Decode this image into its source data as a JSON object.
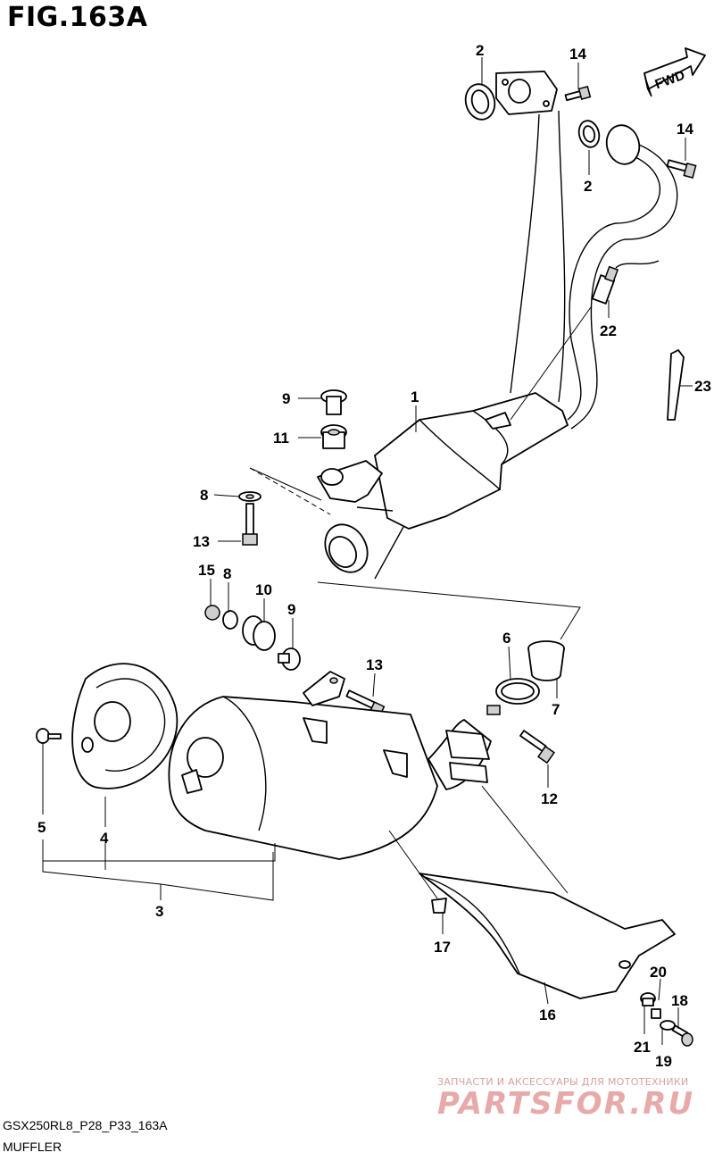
{
  "figure": {
    "title": "FIG.163A",
    "direction_label": "FWD"
  },
  "callouts": {
    "c1": "1",
    "c2a": "2",
    "c2b": "2",
    "c3": "3",
    "c4": "4",
    "c5": "5",
    "c6": "6",
    "c7": "7",
    "c8a": "8",
    "c8b": "8",
    "c9a": "9",
    "c9b": "9",
    "c10": "10",
    "c11": "11",
    "c12": "12",
    "c13a": "13",
    "c13b": "13",
    "c14a": "14",
    "c14b": "14",
    "c15": "15",
    "c16": "16",
    "c17": "17",
    "c18": "18",
    "c19": "19",
    "c20": "20",
    "c21": "21",
    "c22": "22",
    "c23": "23"
  },
  "footer": {
    "code": "GSX250RL8_P28_P33_163A",
    "name": "MUFFLER"
  },
  "watermark": {
    "tagline": "ЗАПЧАСТИ И АКСЕССУАРЫ ДЛЯ МОТОТЕХНИКИ",
    "brand": "PARTSFOR.RU"
  }
}
